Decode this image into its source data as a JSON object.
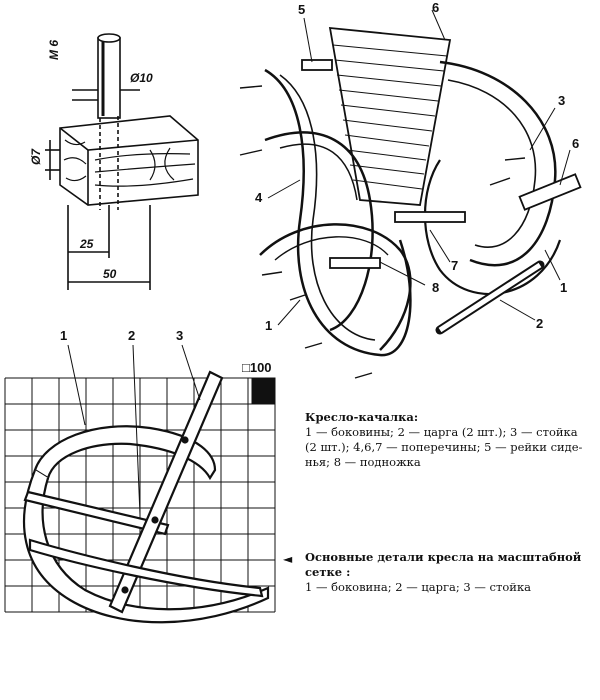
{
  "detail": {
    "m6": "М 6",
    "phi10": "Ø10",
    "phi7": "Ø7",
    "dim25": "25",
    "dim50": "50"
  },
  "assembly_labels": [
    "1",
    "2",
    "3",
    "4",
    "5",
    "6",
    "6",
    "7",
    "8",
    "1"
  ],
  "grid": {
    "scale": "□100",
    "labels": [
      "1",
      "2",
      "3"
    ]
  },
  "caption_chair": {
    "title": "Кресло-качалка:",
    "line1": "1 — боковины; 2 — царга (2 шт.); 3 — стойка",
    "line2": "(2 шт.); 4,6,7 — поперечины; 5 — рейки сиде-",
    "line3": "нья; 8 — подножка"
  },
  "caption_grid": {
    "marker": "◄",
    "title1": "Основные детали кресла на масштабной",
    "title2": "сетке :",
    "line1": "1 — боковина; 2 — царга; 3 — стойка"
  },
  "colors": {
    "ink": "#111111",
    "paper": "#ffffff"
  }
}
